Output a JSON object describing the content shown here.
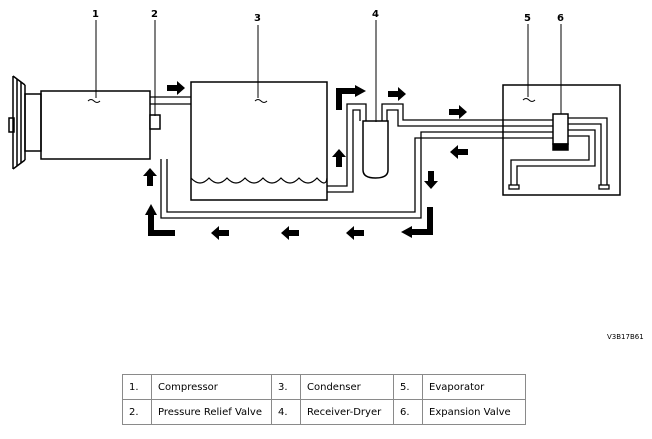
{
  "callouts": [
    "1",
    "2",
    "3",
    "4",
    "5",
    "6"
  ],
  "figure_code": "V3B17B61",
  "legend": [
    [
      {
        "num": "1.",
        "label": "Compressor"
      },
      {
        "num": "3.",
        "label": "Condenser"
      },
      {
        "num": "5.",
        "label": "Evaporator"
      }
    ],
    [
      {
        "num": "2.",
        "label": "Pressure Relief Valve"
      },
      {
        "num": "4.",
        "label": "Receiver-Dryer"
      },
      {
        "num": "6.",
        "label": "Expansion Valve"
      }
    ]
  ]
}
